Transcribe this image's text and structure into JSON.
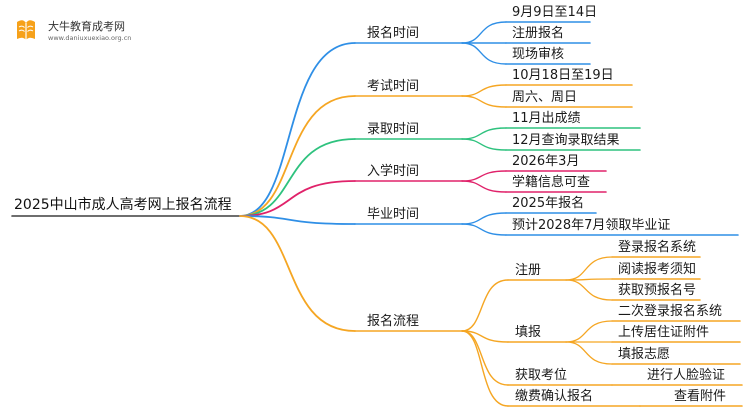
{
  "logo": {
    "title": "大牛教育成考网",
    "url": "www.daniuxuexiao.org.cn",
    "icon": "book-logo-icon"
  },
  "root": "2025中山市成人高考网上报名流程",
  "colors": {
    "blue": "#2f8fe6",
    "orange": "#f5a623",
    "green": "#2ec27e",
    "pink": "#e0226a",
    "line": "#3f3f3f"
  },
  "branches": [
    {
      "label": "报名时间",
      "color": "blue",
      "children": [
        "9月9日至14日",
        "注册报名",
        "现场审核"
      ]
    },
    {
      "label": "考试时间",
      "color": "orange",
      "children": [
        "10月18日至19日",
        "周六、周日"
      ]
    },
    {
      "label": "录取时间",
      "color": "green",
      "children": [
        "11月出成绩",
        "12月查询录取结果"
      ]
    },
    {
      "label": "入学时间",
      "color": "pink",
      "children": [
        "2026年3月",
        "学籍信息可查"
      ]
    },
    {
      "label": "毕业时间",
      "color": "blue",
      "children": [
        "2025年报名",
        "预计2028年7月领取毕业证"
      ]
    },
    {
      "label": "报名流程",
      "color": "orange",
      "groups": [
        {
          "label": "注册",
          "children": [
            "登录报名系统",
            "阅读报考须知",
            "获取预报名号"
          ]
        },
        {
          "label": "填报",
          "children": [
            "二次登录报名系统",
            "上传居住证附件",
            "填报志愿"
          ]
        },
        {
          "label": "获取考位",
          "children": [
            "进行人脸验证"
          ]
        },
        {
          "label": "缴费确认报名",
          "children": [
            "查看附件"
          ]
        }
      ]
    }
  ]
}
